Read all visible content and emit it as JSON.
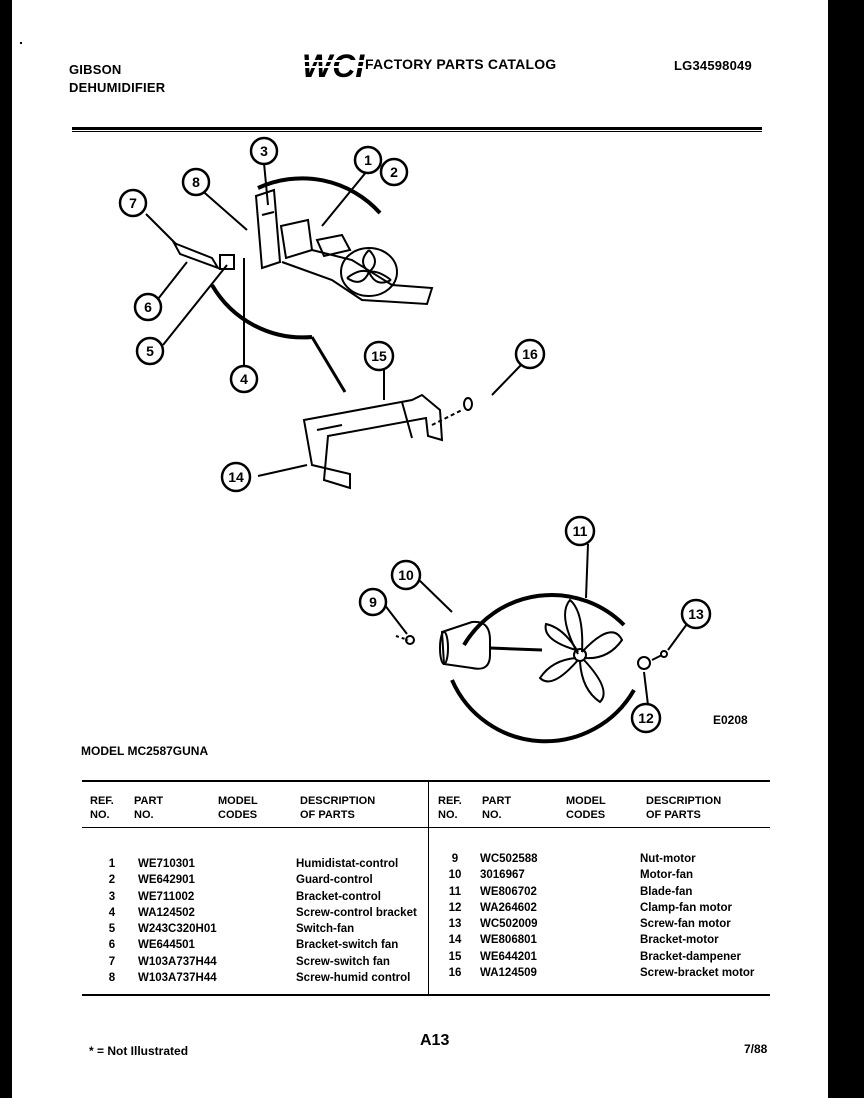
{
  "header": {
    "brand": "GIBSON",
    "product": "DEHUMIDIFIER",
    "logo_text": "WCI",
    "catalog_title": "FACTORY PARTS CATALOG",
    "catalog_number": "LG34598049"
  },
  "diagram": {
    "callouts": [
      "1",
      "2",
      "3",
      "4",
      "5",
      "6",
      "7",
      "8",
      "9",
      "10",
      "11",
      "12",
      "13",
      "14",
      "15",
      "16"
    ],
    "illustration_code": "E0208"
  },
  "model": "MODEL MC2587GUNA",
  "table": {
    "headers": {
      "ref": [
        "REF.",
        "NO."
      ],
      "part": [
        "PART",
        "NO."
      ],
      "codes": [
        "MODEL",
        "CODES"
      ],
      "desc": [
        "DESCRIPTION",
        "OF PARTS"
      ]
    },
    "left_rows": [
      {
        "ref": "1",
        "part": "WE710301",
        "codes": "",
        "desc": "Humidistat-control"
      },
      {
        "ref": "2",
        "part": "WE642901",
        "codes": "",
        "desc": "Guard-control"
      },
      {
        "ref": "3",
        "part": "WE711002",
        "codes": "",
        "desc": "Bracket-control"
      },
      {
        "ref": "4",
        "part": "WA124502",
        "codes": "",
        "desc": "Screw-control bracket"
      },
      {
        "ref": "5",
        "part": "W243C320H01",
        "codes": "",
        "desc": "Switch-fan"
      },
      {
        "ref": "6",
        "part": "WE644501",
        "codes": "",
        "desc": "Bracket-switch fan"
      },
      {
        "ref": "7",
        "part": "W103A737H44",
        "codes": "",
        "desc": "Screw-switch fan"
      },
      {
        "ref": "8",
        "part": "W103A737H44",
        "codes": "",
        "desc": "Screw-humid control"
      }
    ],
    "right_rows": [
      {
        "ref": "9",
        "part": "WC502588",
        "codes": "",
        "desc": "Nut-motor"
      },
      {
        "ref": "10",
        "part": "3016967",
        "codes": "",
        "desc": "Motor-fan"
      },
      {
        "ref": "11",
        "part": "WE806702",
        "codes": "",
        "desc": "Blade-fan"
      },
      {
        "ref": "12",
        "part": "WA264602",
        "codes": "",
        "desc": "Clamp-fan motor"
      },
      {
        "ref": "13",
        "part": "WC502009",
        "codes": "",
        "desc": "Screw-fan motor"
      },
      {
        "ref": "14",
        "part": "WE806801",
        "codes": "",
        "desc": "Bracket-motor"
      },
      {
        "ref": "15",
        "part": "WE644201",
        "codes": "",
        "desc": "Bracket-dampener"
      },
      {
        "ref": "16",
        "part": "WA124509",
        "codes": "",
        "desc": "Screw-bracket motor"
      }
    ]
  },
  "footer": {
    "footnote": "* = Not Illustrated",
    "page": "A13",
    "date": "7/88"
  }
}
